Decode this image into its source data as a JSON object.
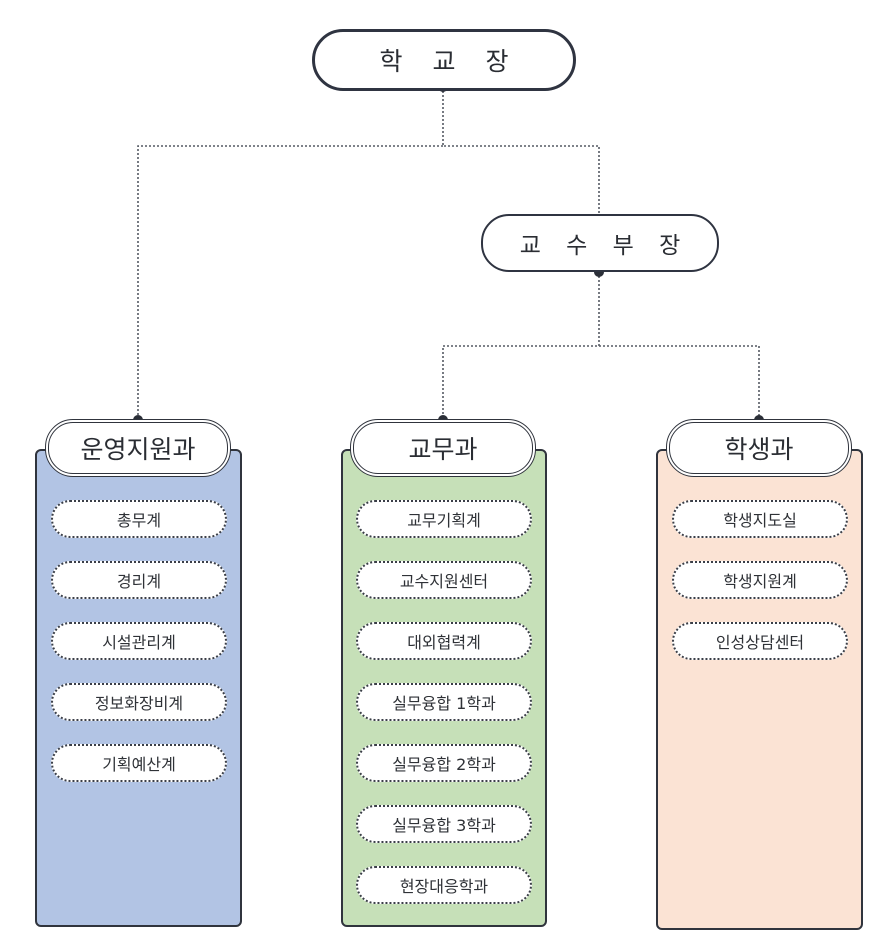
{
  "root": {
    "label": "학 교 장"
  },
  "vice": {
    "label": "교 수 부 장"
  },
  "departments": [
    {
      "name": "운영지원과",
      "color": "#b2c4e4",
      "units": [
        "총무계",
        "경리계",
        "시설관리계",
        "정보화장비계",
        "기획예산계"
      ]
    },
    {
      "name": "교무과",
      "color": "#c6e0b8",
      "units": [
        "교무기획계",
        "교수지원센터",
        "대외협력계",
        "실무융합 1학과",
        "실무융합 2학과",
        "실무융합 3학과",
        "현장대응학과"
      ]
    },
    {
      "name": "학생과",
      "color": "#fbe3d4",
      "units": [
        "학생지도실",
        "학생지원계",
        "인성상담센터"
      ]
    }
  ]
}
